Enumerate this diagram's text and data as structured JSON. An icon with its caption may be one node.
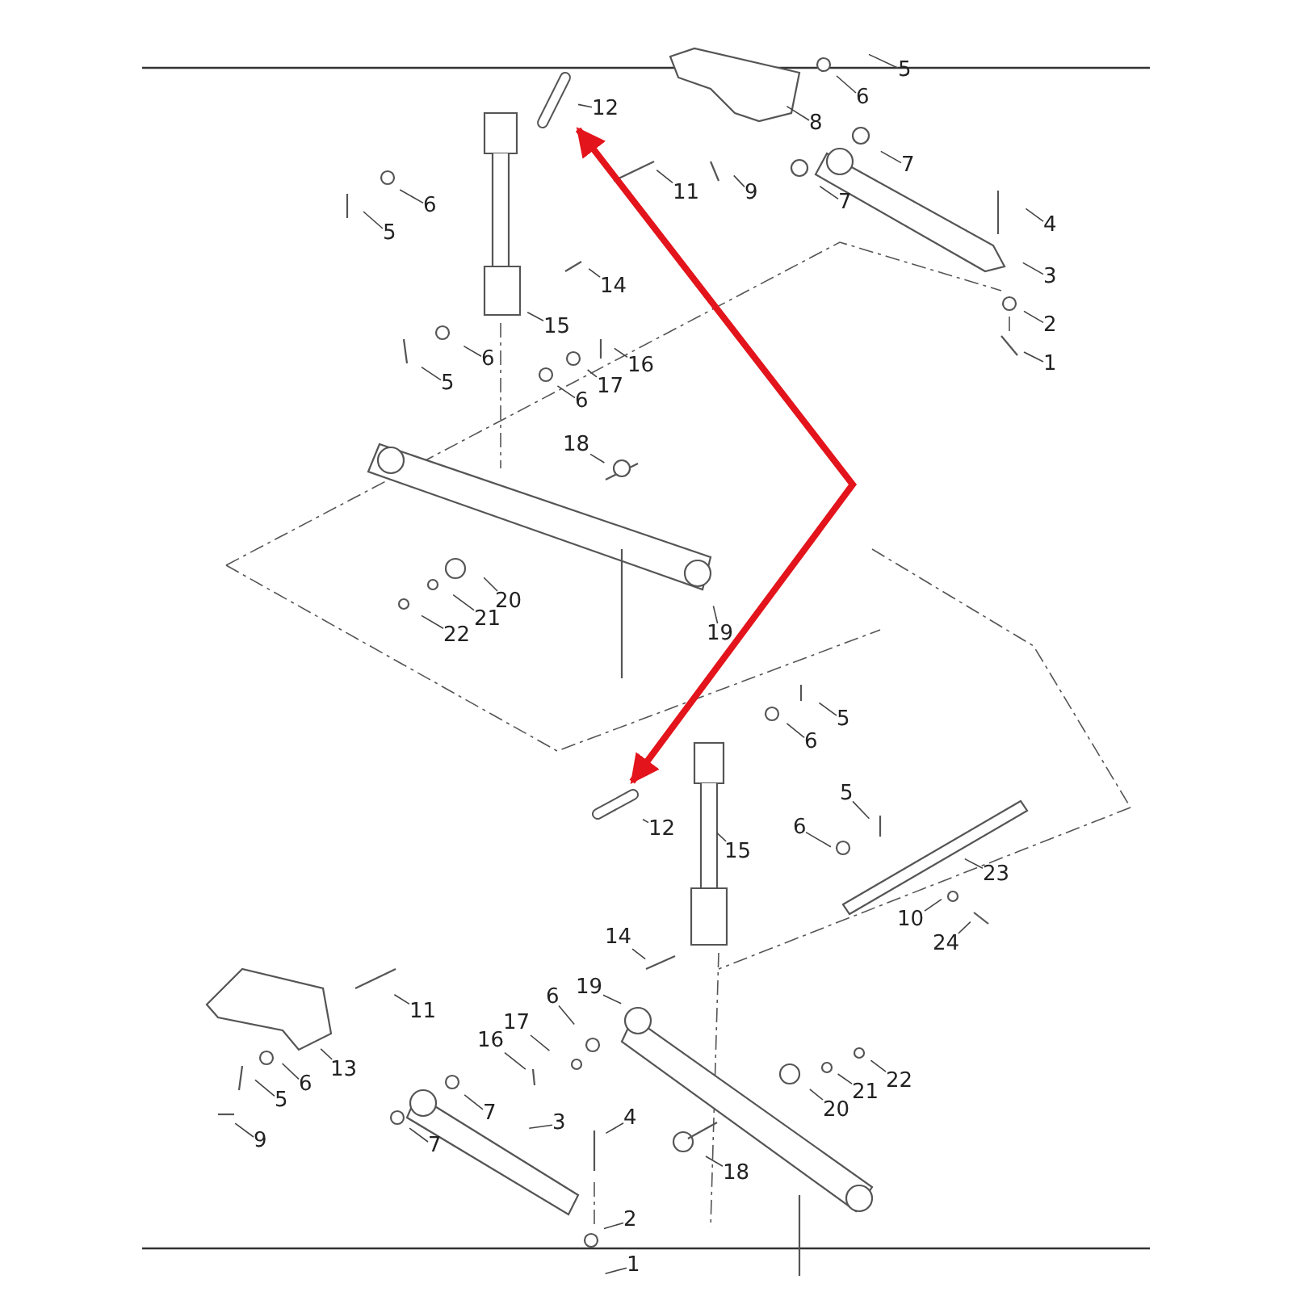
{
  "diagram": {
    "nodes": [
      {
        "text": [
          "5"
        ]
      },
      {
        "text": [
          "6"
        ]
      },
      {
        "text": [
          "12"
        ]
      },
      {
        "text": [
          "8"
        ]
      },
      {
        "text": [
          "7"
        ]
      },
      {
        "text": [
          "11"
        ]
      },
      {
        "text": [
          "9"
        ]
      },
      {
        "text": [
          "7"
        ]
      },
      {
        "text": [
          "6"
        ]
      },
      {
        "text": [
          "5"
        ]
      },
      {
        "text": [
          "4"
        ]
      },
      {
        "text": [
          "3"
        ]
      },
      {
        "text": [
          "14"
        ]
      },
      {
        "text": [
          "15"
        ]
      },
      {
        "text": [
          "2"
        ]
      },
      {
        "text": [
          "6"
        ]
      },
      {
        "text": [
          "16"
        ]
      },
      {
        "text": [
          "1"
        ]
      },
      {
        "text": [
          "5"
        ]
      },
      {
        "text": [
          "17"
        ]
      },
      {
        "text": [
          "6"
        ]
      },
      {
        "text": [
          "18"
        ]
      },
      {
        "text": [
          "20"
        ]
      },
      {
        "text": [
          "19"
        ]
      },
      {
        "text": [
          "21"
        ]
      },
      {
        "text": [
          "22"
        ]
      },
      {
        "text": [
          "5"
        ]
      },
      {
        "text": [
          "6"
        ]
      },
      {
        "text": [
          "12"
        ]
      },
      {
        "text": [
          "15"
        ]
      },
      {
        "text": [
          "5"
        ]
      },
      {
        "text": [
          "6"
        ]
      },
      {
        "text": [
          "23"
        ]
      },
      {
        "text": [
          "10"
        ]
      },
      {
        "text": [
          "24"
        ]
      },
      {
        "text": [
          "14"
        ]
      },
      {
        "text": [
          "11"
        ]
      },
      {
        "text": [
          "19"
        ]
      },
      {
        "text": [
          "17"
        ]
      },
      {
        "text": [
          "6"
        ]
      },
      {
        "text": [
          "16"
        ]
      },
      {
        "text": [
          "13"
        ]
      },
      {
        "text": [
          "6"
        ]
      },
      {
        "text": [
          "22"
        ]
      },
      {
        "text": [
          "21"
        ]
      },
      {
        "text": [
          "20"
        ]
      },
      {
        "text": [
          "5"
        ]
      },
      {
        "text": [
          "3"
        ]
      },
      {
        "text": [
          "4"
        ]
      },
      {
        "text": [
          "7"
        ]
      },
      {
        "text": [
          "9"
        ]
      },
      {
        "text": [
          "7"
        ]
      },
      {
        "text": [
          "18"
        ]
      },
      {
        "text": [
          "2"
        ]
      },
      {
        "text": [
          "1"
        ]
      },
      {
        "text": [],
        "shape": "picture"
      },
      {
        "text": [],
        "shape": "picture"
      }
    ],
    "edges": [
      {
        "from": 0,
        "to": null,
        "arrow": "none"
      },
      {
        "from": 1,
        "to": null,
        "arrow": "none"
      },
      {
        "from": 2,
        "to": 55,
        "arrow": "none"
      },
      {
        "from": 3,
        "to": null,
        "arrow": "none"
      },
      {
        "from": 4,
        "to": null,
        "arrow": "none"
      },
      {
        "from": 5,
        "to": null,
        "arrow": "none"
      },
      {
        "from": 6,
        "to": null,
        "arrow": "none"
      },
      {
        "from": 7,
        "to": null,
        "arrow": "none"
      },
      {
        "from": 8,
        "to": null,
        "arrow": "none"
      },
      {
        "from": 9,
        "to": null,
        "arrow": "none"
      },
      {
        "from": 10,
        "to": null,
        "arrow": "none"
      },
      {
        "from": 11,
        "to": null,
        "arrow": "none"
      },
      {
        "from": 12,
        "to": null,
        "arrow": "none"
      },
      {
        "from": 13,
        "to": null,
        "arrow": "none"
      },
      {
        "from": 14,
        "to": null,
        "arrow": "none"
      },
      {
        "from": 15,
        "to": null,
        "arrow": "none"
      },
      {
        "from": 16,
        "to": null,
        "arrow": "none"
      },
      {
        "from": 17,
        "to": null,
        "arrow": "none"
      },
      {
        "from": 18,
        "to": null,
        "arrow": "none"
      },
      {
        "from": 19,
        "to": null,
        "arrow": "none"
      },
      {
        "from": 20,
        "to": null,
        "arrow": "none"
      },
      {
        "from": 21,
        "to": null,
        "arrow": "none"
      },
      {
        "from": 22,
        "to": null,
        "arrow": "none"
      },
      {
        "from": 23,
        "to": null,
        "arrow": "none"
      },
      {
        "from": 24,
        "to": null,
        "arrow": "none"
      },
      {
        "from": 25,
        "to": null,
        "arrow": "none"
      },
      {
        "from": 26,
        "to": null,
        "arrow": "none"
      },
      {
        "from": 27,
        "to": null,
        "arrow": "none"
      },
      {
        "from": 28,
        "to": 56,
        "arrow": "none"
      },
      {
        "from": 29,
        "to": null,
        "arrow": "none"
      },
      {
        "from": 30,
        "to": null,
        "arrow": "none"
      },
      {
        "from": 31,
        "to": null,
        "arrow": "none"
      },
      {
        "from": 32,
        "to": null,
        "arrow": "none"
      },
      {
        "from": 33,
        "to": null,
        "arrow": "none"
      },
      {
        "from": 34,
        "to": null,
        "arrow": "none"
      },
      {
        "from": 35,
        "to": null,
        "arrow": "none"
      },
      {
        "from": 36,
        "to": null,
        "arrow": "none"
      },
      {
        "from": 37,
        "to": null,
        "arrow": "none"
      },
      {
        "from": 38,
        "to": null,
        "arrow": "none"
      },
      {
        "from": 39,
        "to": null,
        "arrow": "none"
      },
      {
        "from": 40,
        "to": null,
        "arrow": "none"
      },
      {
        "from": 41,
        "to": null,
        "arrow": "none"
      },
      {
        "from": 42,
        "to": null,
        "arrow": "none"
      },
      {
        "from": 43,
        "to": null,
        "arrow": "none"
      },
      {
        "from": 44,
        "to": null,
        "arrow": "none"
      },
      {
        "from": 45,
        "to": null,
        "arrow": "none"
      },
      {
        "from": 46,
        "to": null,
        "arrow": "none"
      },
      {
        "from": 47,
        "to": null,
        "arrow": "none"
      },
      {
        "from": 48,
        "to": null,
        "arrow": "none"
      },
      {
        "from": 49,
        "to": null,
        "arrow": "none"
      },
      {
        "from": 50,
        "to": null,
        "arrow": "none"
      },
      {
        "from": 51,
        "to": null,
        "arrow": "none"
      },
      {
        "from": 52,
        "to": null,
        "arrow": "none"
      },
      {
        "from": 53,
        "to": null,
        "arrow": "none"
      },
      {
        "from": 54,
        "to": null,
        "arrow": "none"
      },
      {
        "from": 55,
        "to": 56,
        "arrow": "both",
        "style": "thick",
        "color": "#e3141b"
      }
    ]
  }
}
